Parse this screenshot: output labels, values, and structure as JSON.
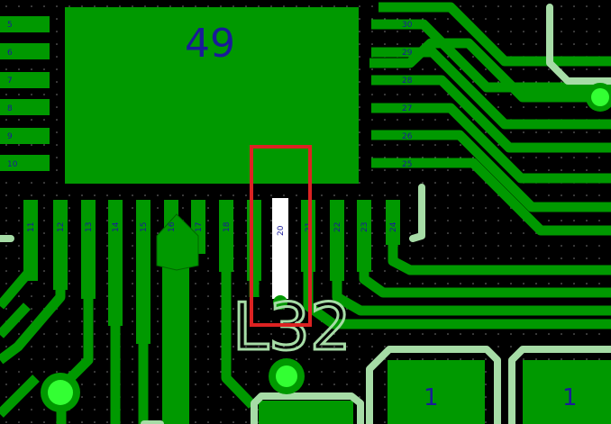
{
  "board": {
    "component_number": "49",
    "silkscreen_designator": "L32",
    "pad_label_left": "1",
    "pad_label_right": "1",
    "right_edge_glyph": "2",
    "left_pins": [
      "5",
      "6",
      "7",
      "8",
      "9",
      "10"
    ],
    "right_pins": [
      "30",
      "29",
      "28",
      "27",
      "26",
      "25"
    ],
    "bottom_pins": [
      "11",
      "12",
      "13",
      "14",
      "15",
      "16",
      "17",
      "18",
      "20",
      "21",
      "22",
      "23",
      "24"
    ],
    "highlighted_pin": "20",
    "colors": {
      "background": "#000000",
      "copper": "#009900",
      "copper_dark": "#007a00",
      "silkscreen": "#a6dca6",
      "via": "#33ff33",
      "label_blue": "#1a1a99",
      "highlight_pad": "#ffffff",
      "selection_box": "#dd2222"
    }
  }
}
